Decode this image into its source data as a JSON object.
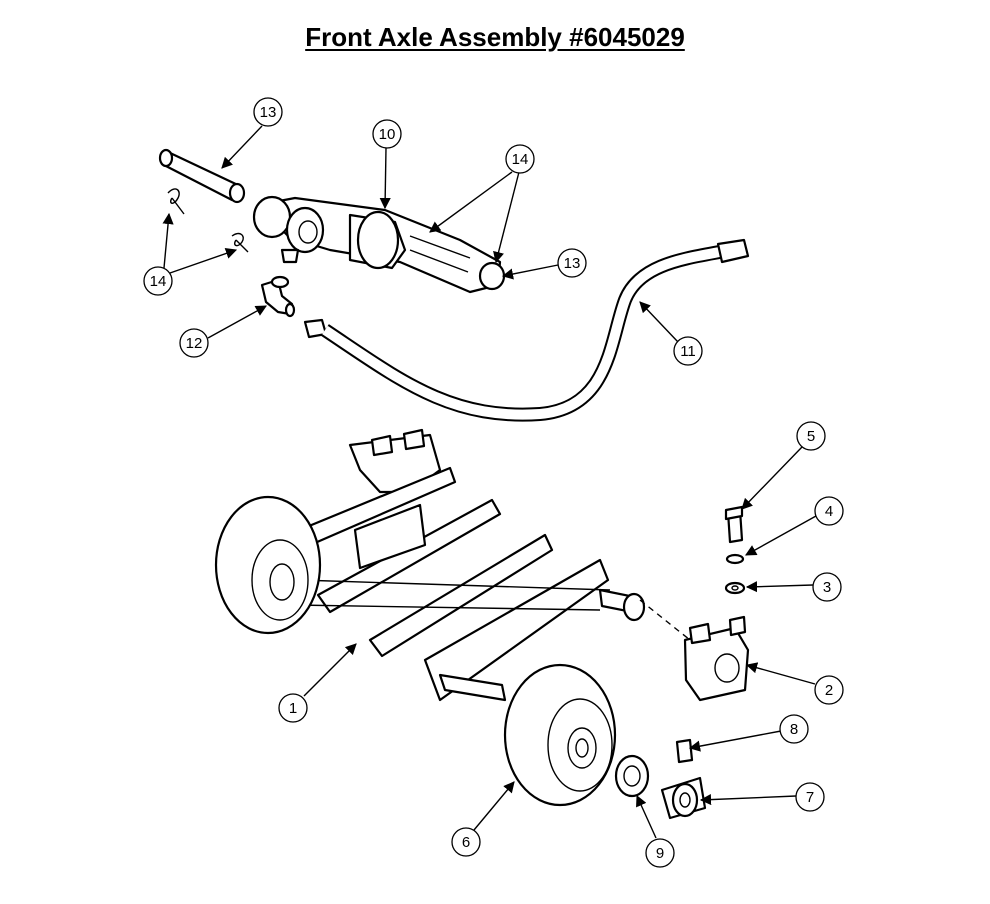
{
  "title": "Front Axle Assembly #6045029",
  "callouts": {
    "c13a": "13",
    "c10": "10",
    "c14a": "14",
    "c14b": "14",
    "c13b": "13",
    "c12": "12",
    "c11": "11",
    "c5": "5",
    "c4": "4",
    "c3": "3",
    "c2": "2",
    "c1": "1",
    "c8": "8",
    "c7": "7",
    "c6": "6",
    "c9": "9"
  },
  "colors": {
    "line": "#000000",
    "background": "#ffffff"
  }
}
